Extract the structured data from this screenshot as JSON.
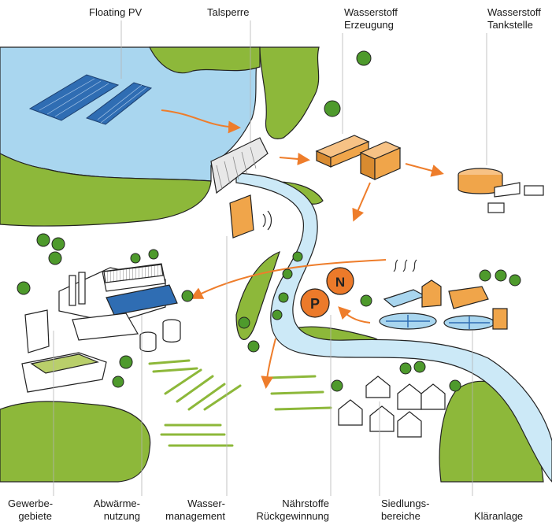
{
  "labels": {
    "floating_pv": "Floating PV",
    "talsperre": "Talsperre",
    "wasserstoff_erzeugung": [
      "Wasserstoff",
      "Erzeugung"
    ],
    "wasserstoff_tankstelle": [
      "Wasserstoff",
      "Tankstelle"
    ],
    "gewerbegebiete": [
      "Gewerbe-",
      "gebiete"
    ],
    "abwaermenutzung": [
      "Abwärme-",
      "nutzung"
    ],
    "wassermanagement": [
      "Wasser-",
      "management"
    ],
    "naehrstoffe_rueckgewinnung": [
      "Nährstoffe",
      "Rückgewinnung"
    ],
    "siedlungsbereiche": [
      "Siedlungs-",
      "bereiche"
    ],
    "klaeranlage": "Kläranlage"
  },
  "icons": {
    "phosphorus_letter": "P",
    "nitrogen_letter": "N"
  },
  "colors": {
    "water": "#a9d6ef",
    "river": "#cce9f7",
    "land": "#8db83a",
    "land_light": "#c7dc8a",
    "tree": "#4e9a2c",
    "hydrogen_building": "#f0a54a",
    "arrow": "#ee7d2b",
    "nutrient": "#ec7a2a",
    "solar": "#2f6db3",
    "outline": "#222222"
  }
}
